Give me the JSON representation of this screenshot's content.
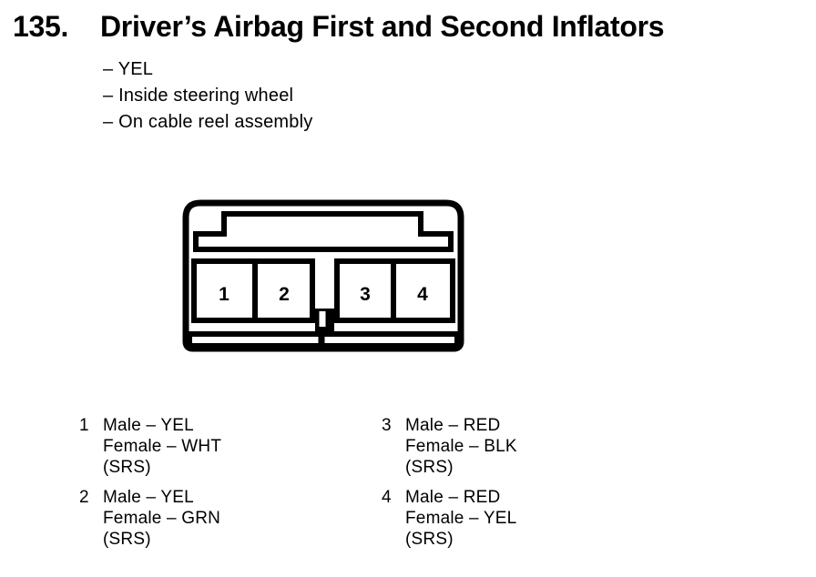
{
  "header": {
    "number": "135.",
    "title": "Driver’s Airbag First and Second Inflators",
    "attributes": [
      "– YEL",
      "– Inside steering wheel",
      "– On cable reel assembly"
    ]
  },
  "connector": {
    "pin_labels": [
      "1",
      "2",
      "3",
      "4"
    ]
  },
  "legend": {
    "left": [
      {
        "pin": "1",
        "lines": [
          "Male – YEL",
          "Female – WHT",
          "(SRS)"
        ]
      },
      {
        "pin": "2",
        "lines": [
          "Male – YEL",
          "Female – GRN",
          "(SRS)"
        ]
      }
    ],
    "right": [
      {
        "pin": "3",
        "lines": [
          "Male – RED",
          "Female – BLK",
          "(SRS)"
        ]
      },
      {
        "pin": "4",
        "lines": [
          "Male – RED",
          "Female – YEL",
          "(SRS)"
        ]
      }
    ]
  },
  "colors": {
    "ink": "#000000",
    "background": "#ffffff"
  }
}
